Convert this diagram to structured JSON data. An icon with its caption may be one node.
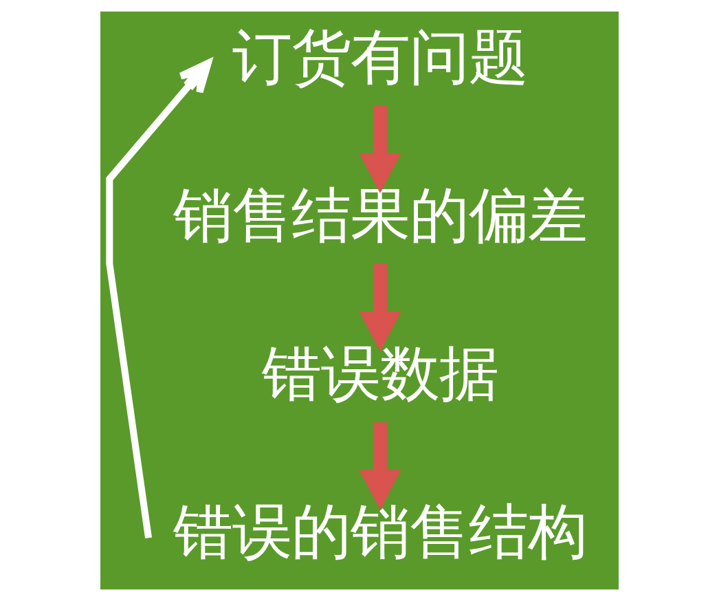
{
  "diagram": {
    "nodes": [
      {
        "text": [
          "订货有问题"
        ]
      },
      {
        "text": [
          "销售结果的偏差"
        ]
      },
      {
        "text": [
          "错误数据"
        ]
      },
      {
        "text": [
          "错误的销售结构"
        ]
      }
    ],
    "edges": [
      {
        "from": 0,
        "to": 1,
        "arrow": "to"
      },
      {
        "from": 1,
        "to": 2,
        "arrow": "to"
      },
      {
        "from": 2,
        "to": 3,
        "arrow": "to"
      },
      {
        "from": 3,
        "to": 0,
        "arrow": "to",
        "color": "#ffffff"
      }
    ]
  }
}
